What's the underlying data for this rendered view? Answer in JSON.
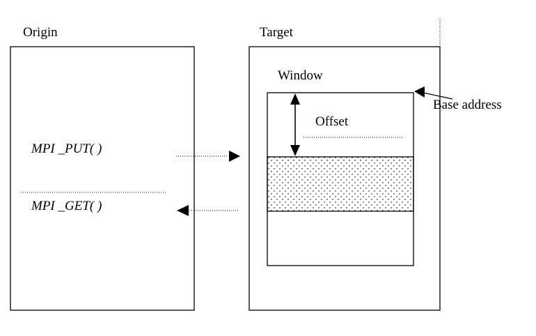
{
  "labels": {
    "origin": "Origin",
    "target": "Target",
    "window": "Window",
    "base_address": "Base address",
    "offset": "Offset",
    "mpi_put": "MPI _PUT( )",
    "mpi_get": "MPI _GET( )"
  }
}
